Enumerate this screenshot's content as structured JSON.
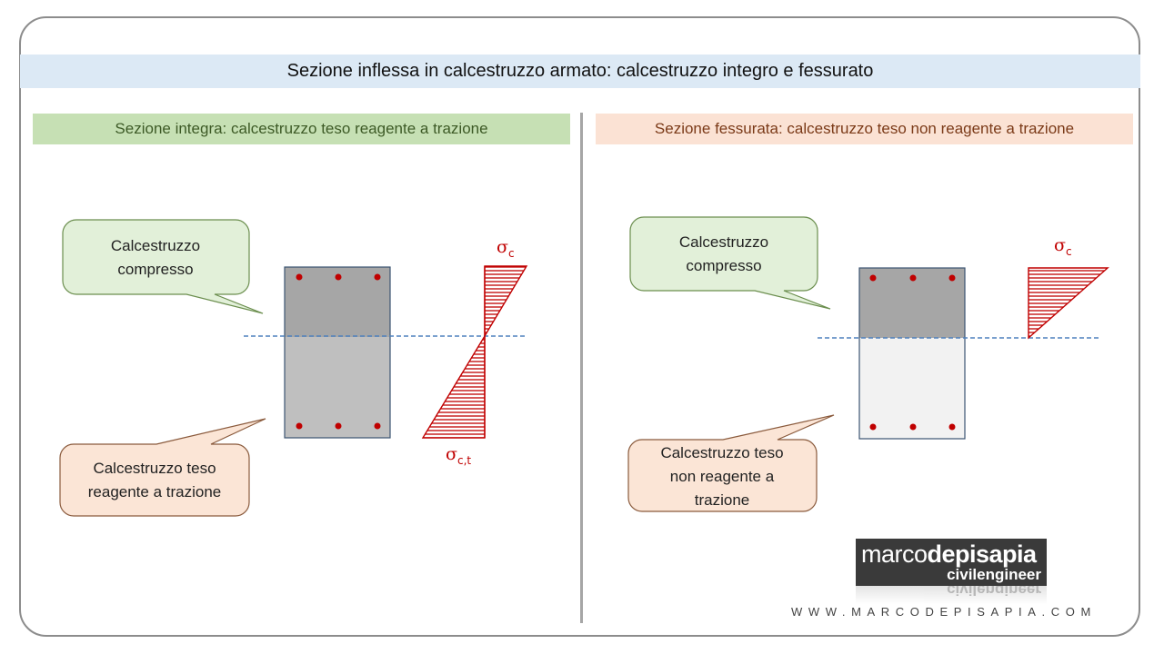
{
  "title": "Sezione inflessa in calcestruzzo armato: calcestruzzo integro e fessurato",
  "left": {
    "header": "Sezione integra: calcestruzzo teso reagente a trazione",
    "callout_top": [
      "Calcestruzzo",
      "compresso"
    ],
    "callout_bottom": [
      "Calcestruzzo teso",
      "reagente a trazione"
    ],
    "sigma_top": "σ",
    "sigma_top_sub": "c",
    "sigma_bottom": "σ",
    "sigma_bottom_sub": "c,t"
  },
  "right": {
    "header": "Sezione fessurata: calcestruzzo teso non reagente a trazione",
    "callout_top": [
      "Calcestruzzo",
      "compresso"
    ],
    "callout_bottom": [
      "Calcestruzzo teso",
      "non reagente a",
      "trazione"
    ],
    "sigma_top": "σ",
    "sigma_top_sub": "c"
  },
  "logo": {
    "part1": "marco",
    "part2": "depisapia",
    "line2": "civilengineer"
  },
  "website": "WWW.MARCODEPISAPIA.COM",
  "colors": {
    "title_bg": "#dce9f5",
    "left_header_bg": "#c6e0b4",
    "right_header_bg": "#fbe2d4",
    "compressed_concrete": "#a6a6a6",
    "tension_concrete_integral": "#bfbfbf",
    "tension_concrete_cracked": "#f2f2f2",
    "stress_red": "#c00000",
    "neutral_axis": "#4f81bd"
  }
}
